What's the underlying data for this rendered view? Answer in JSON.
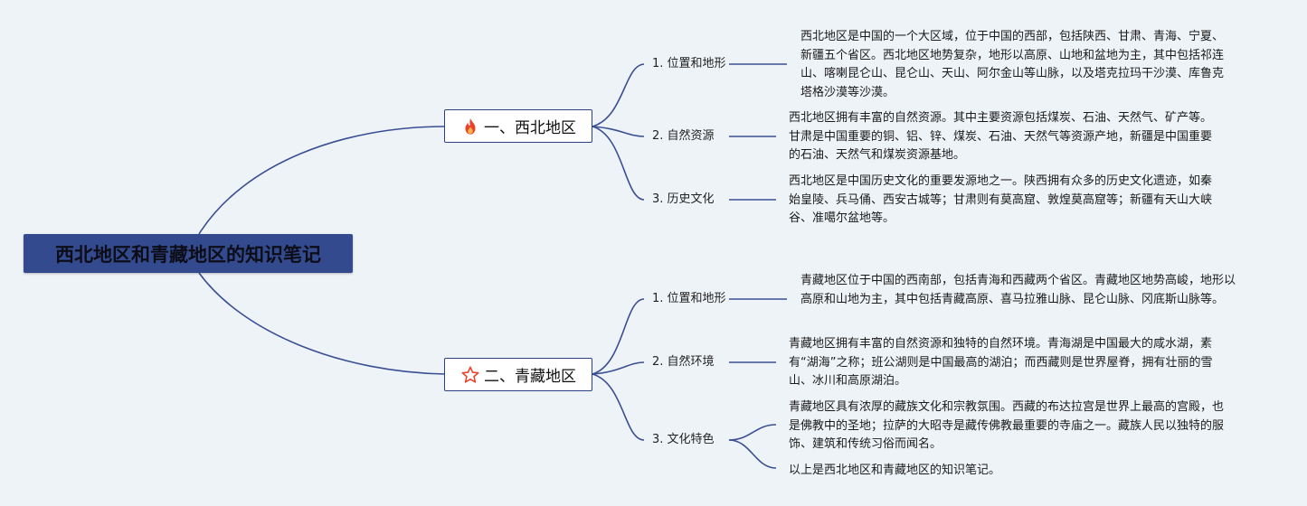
{
  "root": {
    "title": "西北地区和青藏地区的知识笔记"
  },
  "branches": [
    {
      "icon": "fire-icon",
      "label": "一、西北地区",
      "subs": [
        {
          "label": "1. 位置和地形",
          "note": "西北地区是中国的一个大区域，位于中国的西部，包括陕西、甘肃、青海、宁夏、新疆五个省区。西北地区地势复杂，地形以高原、山地和盆地为主，其中包括祁连山、喀喇昆仑山、昆仑山、天山、阿尔金山等山脉，以及塔克拉玛干沙漠、库鲁克塔格沙漠等沙漠。"
        },
        {
          "label": "2. 自然资源",
          "note": "西北地区拥有丰富的自然资源。其中主要资源包括煤炭、石油、天然气、矿产等。甘肃是中国重要的铜、铝、锌、煤炭、石油、天然气等资源产地，新疆是中国重要的石油、天然气和煤炭资源基地。"
        },
        {
          "label": "3. 历史文化",
          "note": "西北地区是中国历史文化的重要发源地之一。陕西拥有众多的历史文化遗迹，如秦始皇陵、兵马俑、西安古城等；甘肃则有莫高窟、敦煌莫高窟等；新疆有天山大峡谷、准噶尔盆地等。"
        }
      ]
    },
    {
      "icon": "star-icon",
      "label": "二、青藏地区",
      "subs": [
        {
          "label": "1. 位置和地形",
          "note": "青藏地区位于中国的西南部，包括青海和西藏两个省区。青藏地区地势高峻，地形以高原和山地为主，其中包括青藏高原、喜马拉雅山脉、昆仑山脉、冈底斯山脉等。"
        },
        {
          "label": "2. 自然环境",
          "note": "青藏地区拥有丰富的自然资源和独特的自然环境。青海湖是中国最大的咸水湖，素有“湖海”之称；班公湖则是中国最高的湖泊；而西藏则是世界屋脊，拥有壮丽的雪山、冰川和高原湖泊。"
        },
        {
          "label": "3. 文化特色",
          "note": "青藏地区具有浓厚的藏族文化和宗教氛围。西藏的布达拉宫是世界上最高的宫殿，也是佛教中的圣地；拉萨的大昭寺是藏传佛教最重要的寺庙之一。藏族人民以独特的服饰、建筑和传统习俗而闻名。",
          "note2": "以上是西北地区和青藏地区的知识笔记。"
        }
      ]
    }
  ],
  "colors": {
    "line": "#3a4f93",
    "root_bg": "#334b8e",
    "branch_border": "#2c3f85",
    "background": "#eef3f7"
  }
}
